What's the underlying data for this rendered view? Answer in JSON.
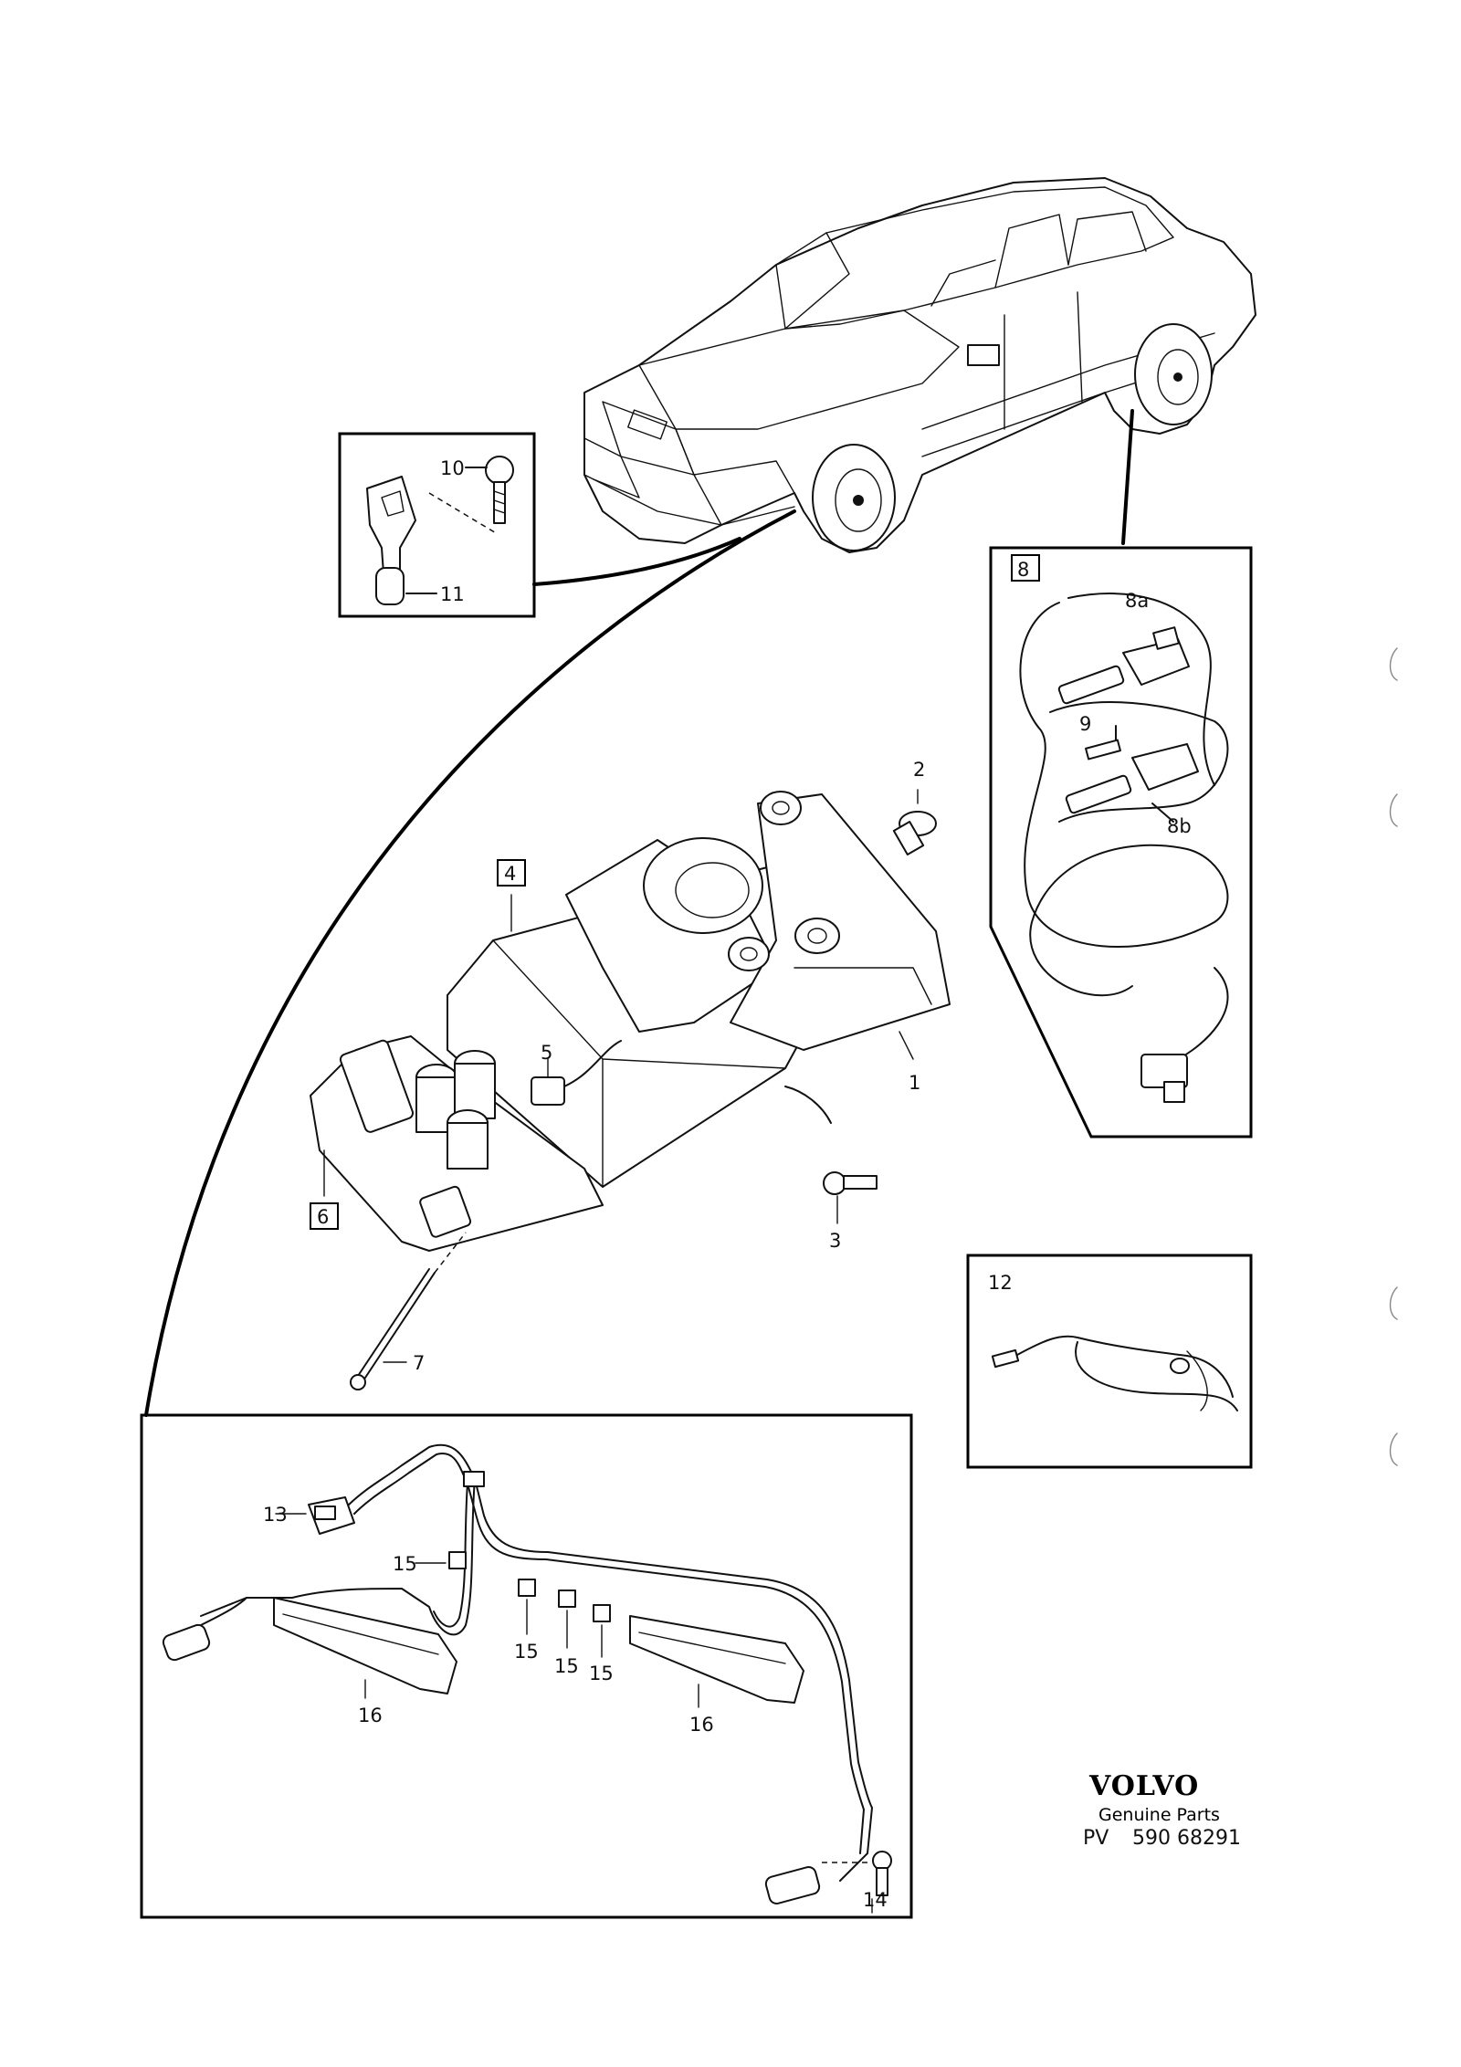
{
  "callouts": {
    "c1": "1",
    "c2": "2",
    "c3": "3",
    "c4": "4",
    "c5": "5",
    "c6": "6",
    "c7": "7",
    "c8": "8",
    "c8a": "8a",
    "c8b": "8b",
    "c9": "9",
    "c10": "10",
    "c11": "11",
    "c12": "12",
    "c13": "13",
    "c14": "14",
    "c15": "15",
    "c16": "16"
  },
  "footer": {
    "brand": "VOLVO",
    "subtitle": "Genuine Parts",
    "code_prefix": "PV",
    "code": "590 68291"
  }
}
